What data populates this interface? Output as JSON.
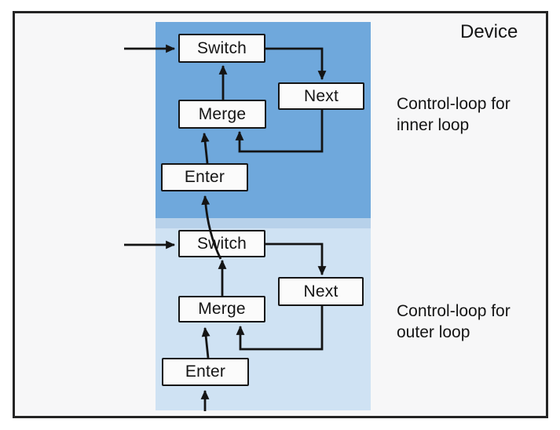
{
  "device": {
    "label": "Device"
  },
  "loops": {
    "inner": {
      "caption_line1": "Control-loop for",
      "caption_line2": "inner loop",
      "panel_color": "#6fa8dc",
      "nodes": {
        "switch": "Switch",
        "next": "Next",
        "merge": "Merge",
        "enter": "Enter"
      }
    },
    "outer": {
      "caption_line1": "Control-loop for",
      "caption_line2": "outer loop",
      "panel_color": "#cfe2f3",
      "nodes": {
        "switch": "Switch",
        "next": "Next",
        "merge": "Merge",
        "enter": "Enter"
      }
    }
  },
  "colors": {
    "frame_border": "#242424",
    "frame_fill": "#f7f7f8",
    "inner_panel": "#6fa8dc",
    "panel_boundary_band": "#b7d1ea",
    "outer_panel": "#cfe2f3",
    "node_fill": "#fbfbfb",
    "node_border": "#151515",
    "arrow": "#141414",
    "text": "#141414"
  }
}
